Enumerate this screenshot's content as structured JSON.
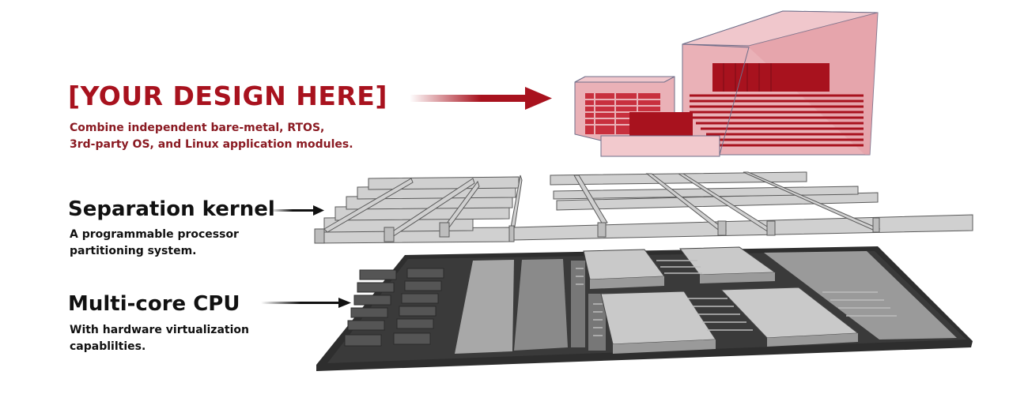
{
  "layers": {
    "design": {
      "title": "[YOUR DESIGN HERE]",
      "description": "Combine independent bare-metal, RTOS,\n3rd-party OS, and Linux application modules."
    },
    "kernel": {
      "title": "Separation kernel",
      "description": "A programmable processor\npartitioning system."
    },
    "cpu": {
      "title": "Multi-core CPU",
      "description": "With hardware virtualization\ncapablilties."
    }
  },
  "colors": {
    "accent": "#a8121e",
    "module_fill": "#e8a7ae",
    "block_red": "#a8121e",
    "kernel_fill": "#d0d0d0",
    "chip_dark": "#3a3a3a",
    "chip_light": "#bdbdbd",
    "arrow_dark": "#111111"
  }
}
